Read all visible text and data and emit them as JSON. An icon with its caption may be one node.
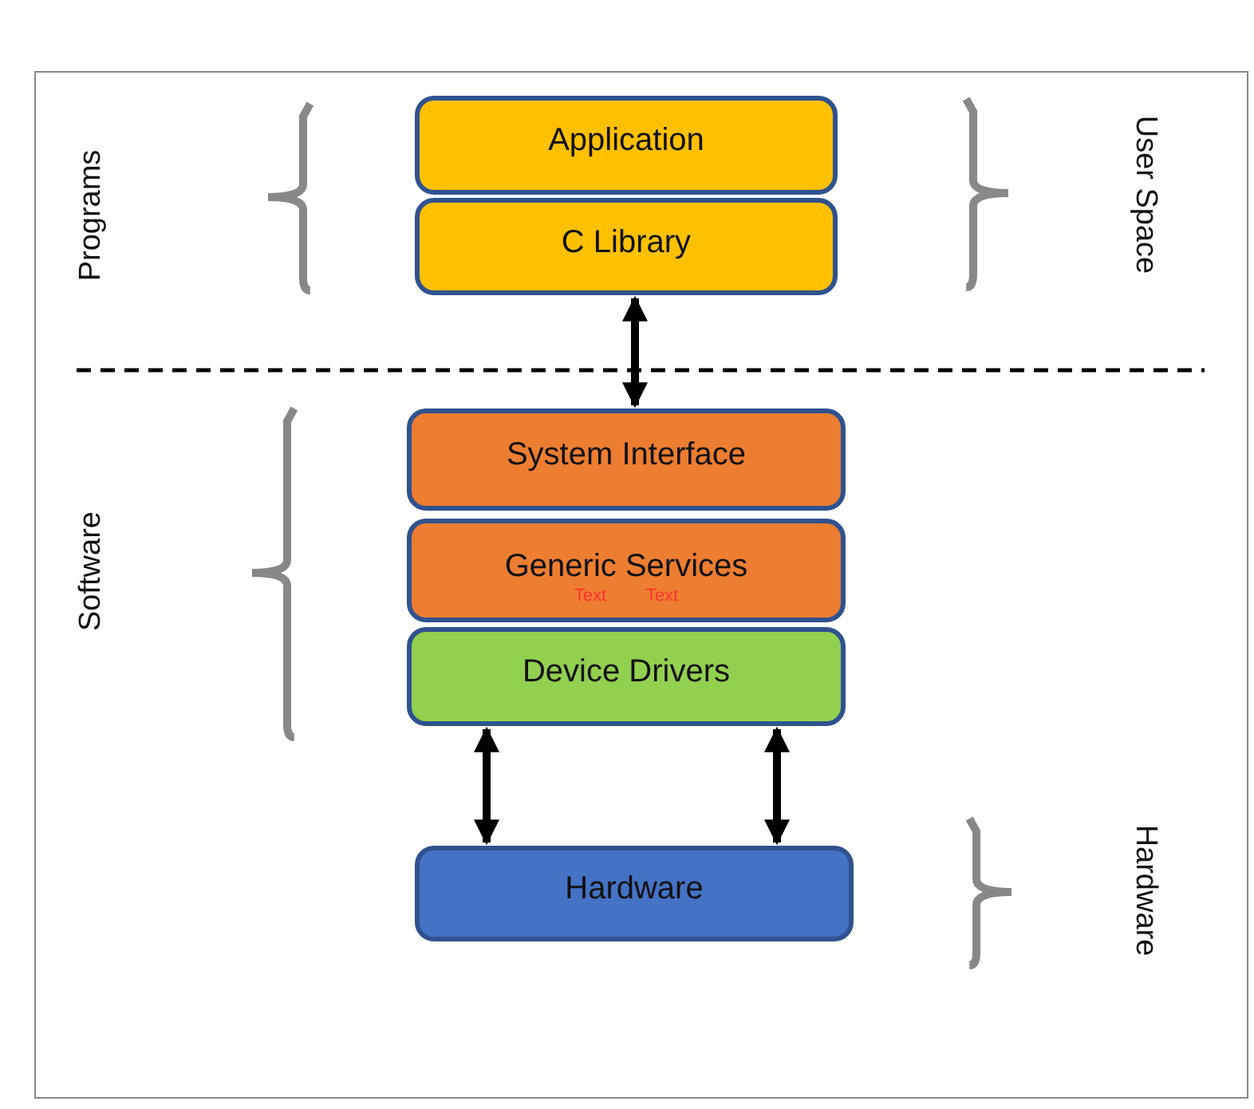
{
  "diagram": {
    "nodes": [
      {
        "text": [
          "Application"
        ]
      },
      {
        "text": [
          "C Library"
        ]
      },
      {
        "text": [
          "System Interface"
        ]
      },
      {
        "text": [
          "Generic Services"
        ]
      },
      {
        "text": [
          "Device Drivers"
        ]
      },
      {
        "text": [
          "Hardware"
        ]
      }
    ],
    "edges": [
      {
        "from": 1,
        "to": 2,
        "arrow": "both"
      },
      {
        "from": 4,
        "to": 5,
        "arrow": "both"
      },
      {
        "from": 4,
        "to": 5,
        "arrow": "both"
      }
    ],
    "labels": [
      "Programs",
      "User Space",
      "Software",
      "Hardware",
      "Text",
      "Text"
    ]
  }
}
